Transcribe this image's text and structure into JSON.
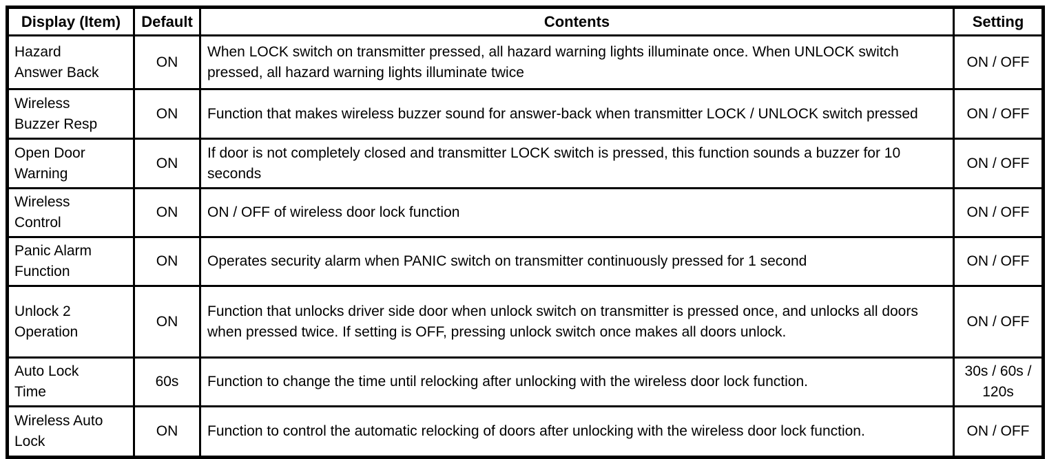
{
  "page": {
    "background_color": "#ffffff",
    "border_color": "#000000",
    "text_color": "#000000"
  },
  "table": {
    "header": {
      "display_item": "Display (Item)",
      "default": "Default",
      "contents": "Contents",
      "setting": "Setting"
    },
    "rows": [
      {
        "item": "Hazard Answer Back",
        "default": "ON",
        "contents": "When LOCK switch on transmitter pressed, all hazard warning lights illuminate once. When UNLOCK switch pressed, all hazard warning lights illuminate twice",
        "setting": "ON / OFF"
      },
      {
        "item": "Wireless Buzzer Resp",
        "default": "ON",
        "contents": "Function that makes wireless buzzer sound for answer-back when transmitter LOCK / UNLOCK switch pressed",
        "setting": "ON / OFF"
      },
      {
        "item": "Open Door Warning",
        "default": "ON",
        "contents": "If door is not completely closed and transmitter LOCK switch is pressed, this function sounds a buzzer for 10 seconds",
        "setting": "ON / OFF"
      },
      {
        "item": "Wireless Control",
        "default": "ON",
        "contents": "ON / OFF of wireless door lock function",
        "setting": "ON / OFF"
      },
      {
        "item": "Panic Alarm Function",
        "default": "ON",
        "contents": "Operates security alarm when PANIC switch on transmitter continuously pressed for 1 second",
        "setting": "ON / OFF"
      },
      {
        "item": "Unlock 2 Operation",
        "default": "ON",
        "contents": "Function that unlocks driver side door when unlock switch on transmitter is pressed once, and unlocks all doors when pressed twice. If setting is OFF, pressing unlock switch once makes all doors unlock.",
        "setting": "ON / OFF"
      },
      {
        "item": "Auto Lock Time",
        "default": "60s",
        "contents": "Function to change the time until relocking after unlocking with the wireless door lock function.",
        "setting": "30s / 60s / 120s"
      },
      {
        "item": "Wireless Auto Lock",
        "default": "ON",
        "contents": "Function to control the automatic relocking of doors after unlocking with the wireless door lock function.",
        "setting": "ON / OFF"
      }
    ]
  }
}
